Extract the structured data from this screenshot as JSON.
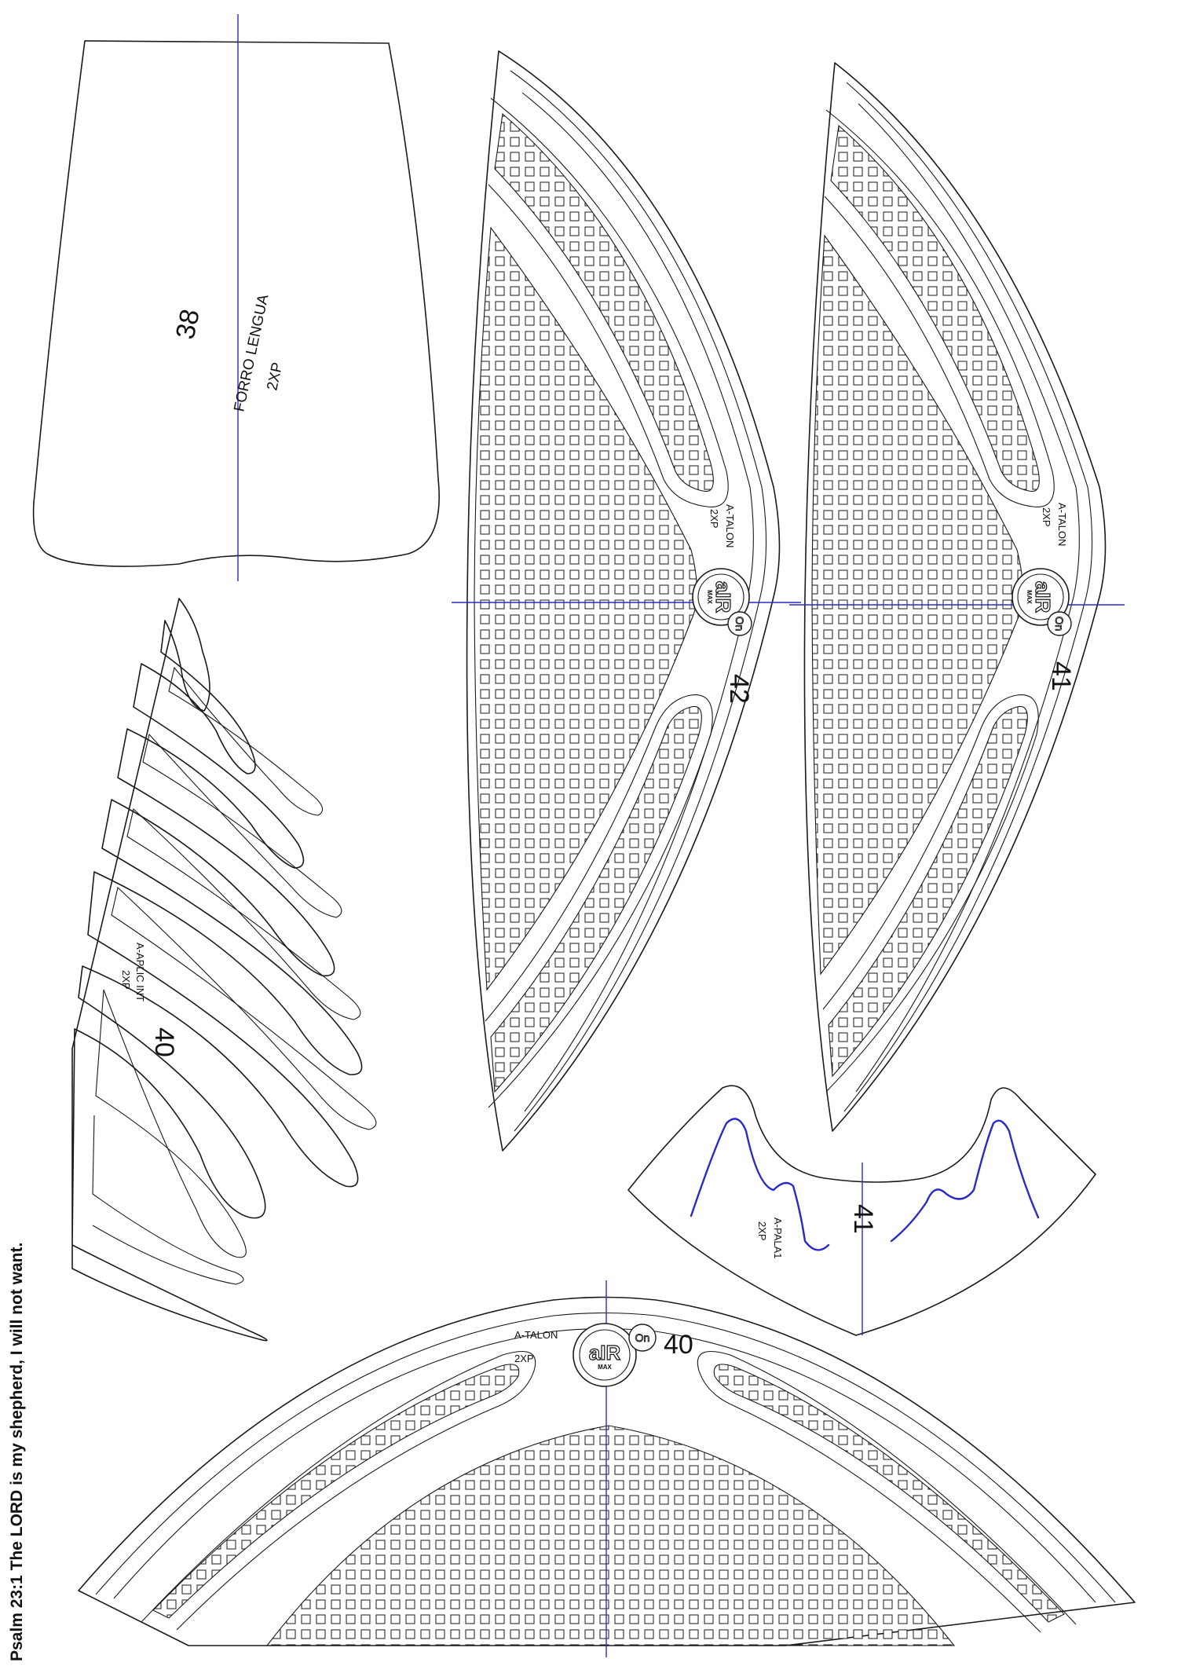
{
  "pieces": {
    "p38": {
      "number": "38",
      "name": "FORRO LENGUA",
      "qty": "2XP"
    },
    "p42": {
      "number": "42",
      "name": "A-TALON",
      "qty": "2XP"
    },
    "p41": {
      "number": "41",
      "name": "A-TALON",
      "qty": "2XP"
    },
    "p40_aplic": {
      "number": "40",
      "name": "A-APLIC INT",
      "qty": "2XP"
    },
    "p41_pala": {
      "number": "41",
      "name": "A-PALA1",
      "qty": "2XP"
    },
    "p40_talon": {
      "number": "40",
      "name": "A-TALON",
      "qty": "2XP"
    }
  },
  "logo": {
    "main": "aIR",
    "sub": "MAX",
    "badge": "On"
  },
  "verse": "Psalm 23:1 The LORD is my shepherd, I will not want.",
  "colors": {
    "line": "#1a1a1a",
    "axis": "#2a2ac8",
    "background": "#ffffff"
  }
}
